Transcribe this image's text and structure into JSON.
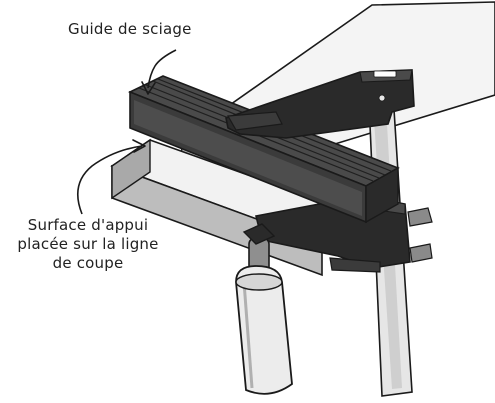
{
  "labels": {
    "guide": "Guide de sciage",
    "surface": {
      "line1": "Surface d'appui",
      "line2": "placée sur la ligne",
      "line3": "de coupe"
    }
  },
  "palette": {
    "outline": "#1a1a1a",
    "clamp_dark": "#2a2a2a",
    "guide_face": "#3b3b3b",
    "guide_top": "#4a4a4a",
    "board_top": "#f2f2f2",
    "board_side": "#bdbdbd",
    "board_end": "#a9a9a9",
    "bar_light": "#e6e6e6",
    "handle_light": "#ececec"
  }
}
